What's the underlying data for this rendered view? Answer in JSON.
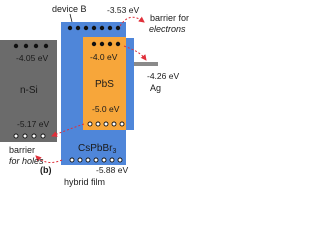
{
  "device_label": "device B",
  "top_level": "-3.53 eV",
  "barrier_electrons_line1": "barrier for",
  "barrier_electrons_line2": "electrons",
  "nsi_top": "-4.05 eV",
  "nsi_label": "n-Si",
  "nsi_bottom": "-5.17 eV",
  "pbs_top": "-4.0 eV",
  "pbs_label": "PbS",
  "pbs_bottom": "-5.0 eV",
  "ag_level": "-4.26 eV",
  "ag_label": "Ag",
  "cspbbr3_label_main": "CsPbBr",
  "cspbbr3_label_sub": "3",
  "bottom_level": "-5.88 eV",
  "barrier_holes_line1": "barrier",
  "barrier_holes_line2": "for holes",
  "panel_label": "(b)",
  "hybrid_label": "hybrid film",
  "colors": {
    "nsi": "#6b6b6b",
    "blue": "#4f86d9",
    "pbs": "#f7a63a",
    "arrow_red": "#e0303a"
  }
}
